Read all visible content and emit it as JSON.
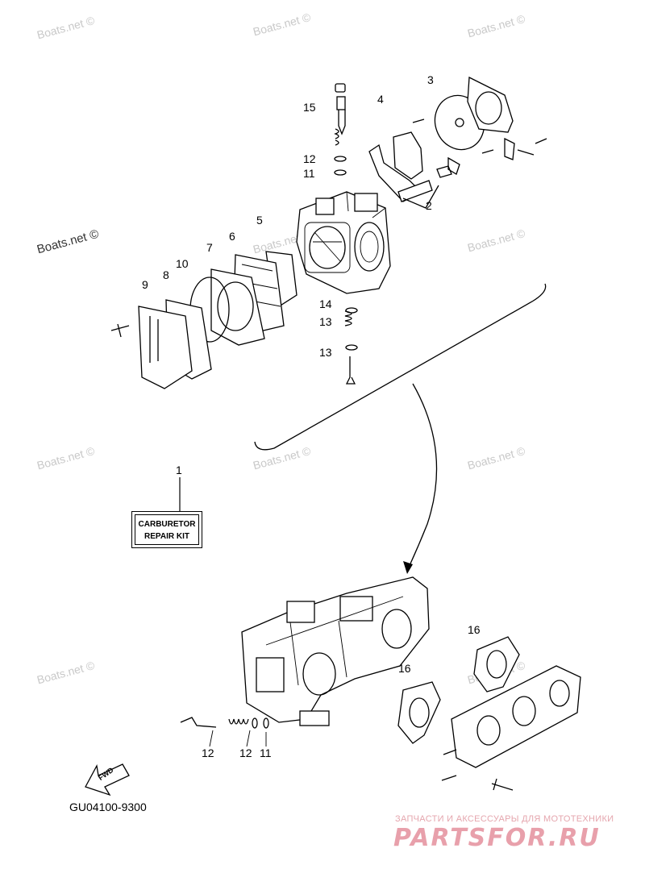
{
  "watermark": "Boats.net ©",
  "callouts": {
    "c1": "1",
    "c2": "2",
    "c3": "3",
    "c4": "4",
    "c5": "5",
    "c6": "6",
    "c7": "7",
    "c8": "8",
    "c9": "9",
    "c10": "10",
    "c11a": "11",
    "c12a": "12",
    "c13a": "13",
    "c13b": "13",
    "c14": "14",
    "c15": "15",
    "c16a": "16",
    "c16b": "16",
    "c12b": "12",
    "c12c": "12",
    "c11b": "11"
  },
  "kit_label": {
    "line1": "CARBURETOR",
    "line2": "REPAIR  KIT"
  },
  "fwd_label": "FWD",
  "diagram_code": "GU04100-9300",
  "brand": {
    "subtitle": "ЗАПЧАСТИ И АКСЕССУАРЫ ДЛЯ МОТОТЕХНИКИ",
    "name": "PARTSFOR.RU"
  },
  "colors": {
    "brand": "#e8a0ab",
    "watermark": "#c9c9c9"
  }
}
